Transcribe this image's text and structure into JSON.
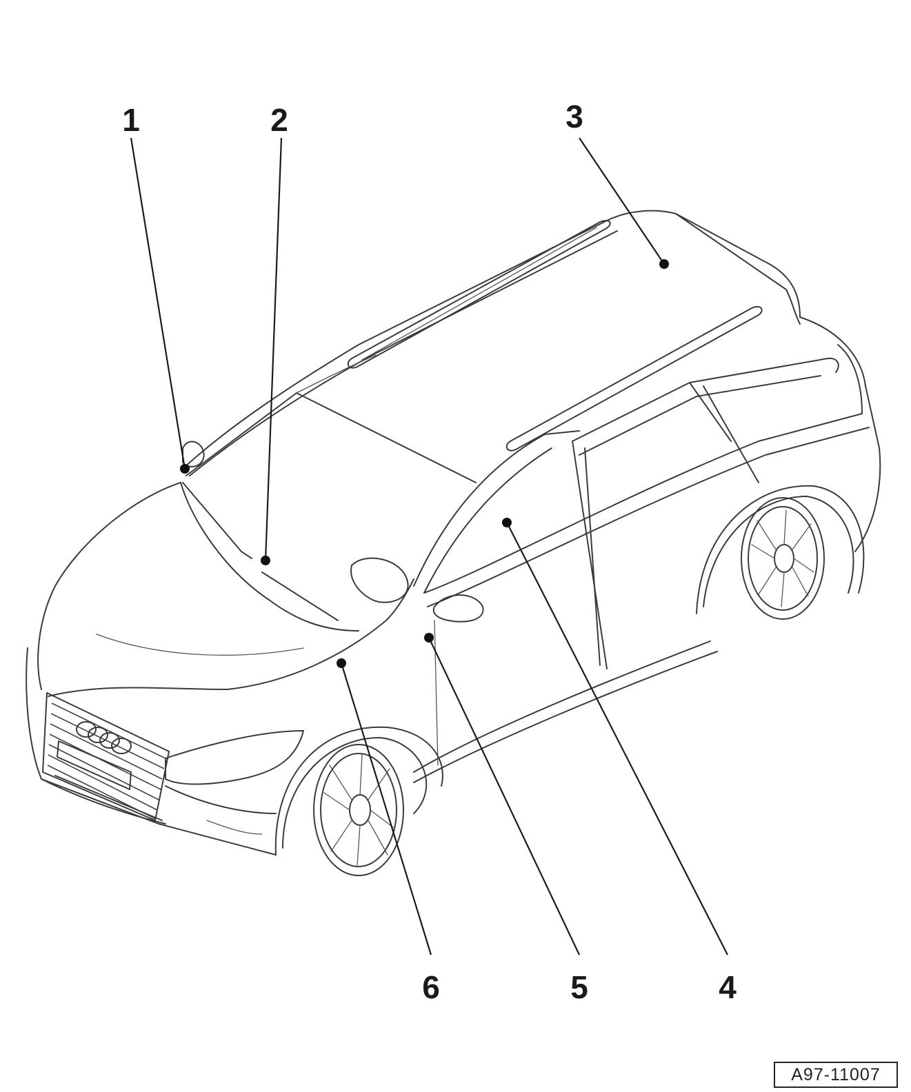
{
  "callouts": [
    {
      "number": "1"
    },
    {
      "number": "2"
    },
    {
      "number": "3"
    },
    {
      "number": "4"
    },
    {
      "number": "5"
    },
    {
      "number": "6"
    }
  ],
  "reference_code": "A97-11007",
  "colors": {
    "ink": "#1a1a1a",
    "background": "#ffffff"
  }
}
